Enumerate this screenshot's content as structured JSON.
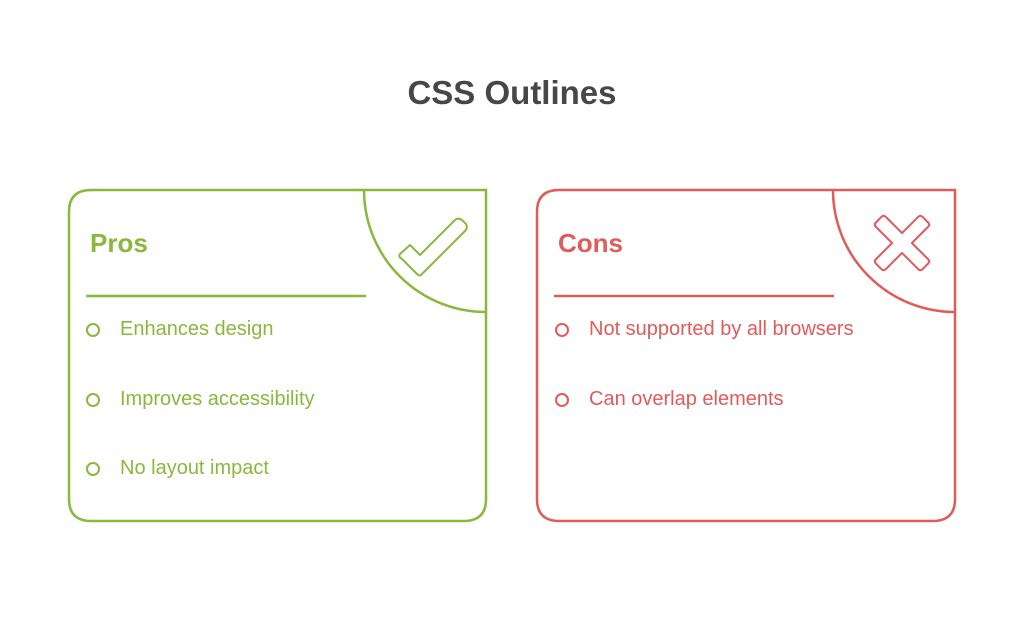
{
  "title": "CSS Outlines",
  "colors": {
    "pros": "#8ab83d",
    "cons": "#e05b5b",
    "title": "#474747"
  },
  "pros": {
    "heading": "Pros",
    "icon": "check-icon",
    "items": [
      "Enhances design",
      "Improves accessibility",
      "No layout impact"
    ]
  },
  "cons": {
    "heading": "Cons",
    "icon": "x-icon",
    "items": [
      "Not supported by all browsers",
      "Can overlap elements"
    ]
  }
}
